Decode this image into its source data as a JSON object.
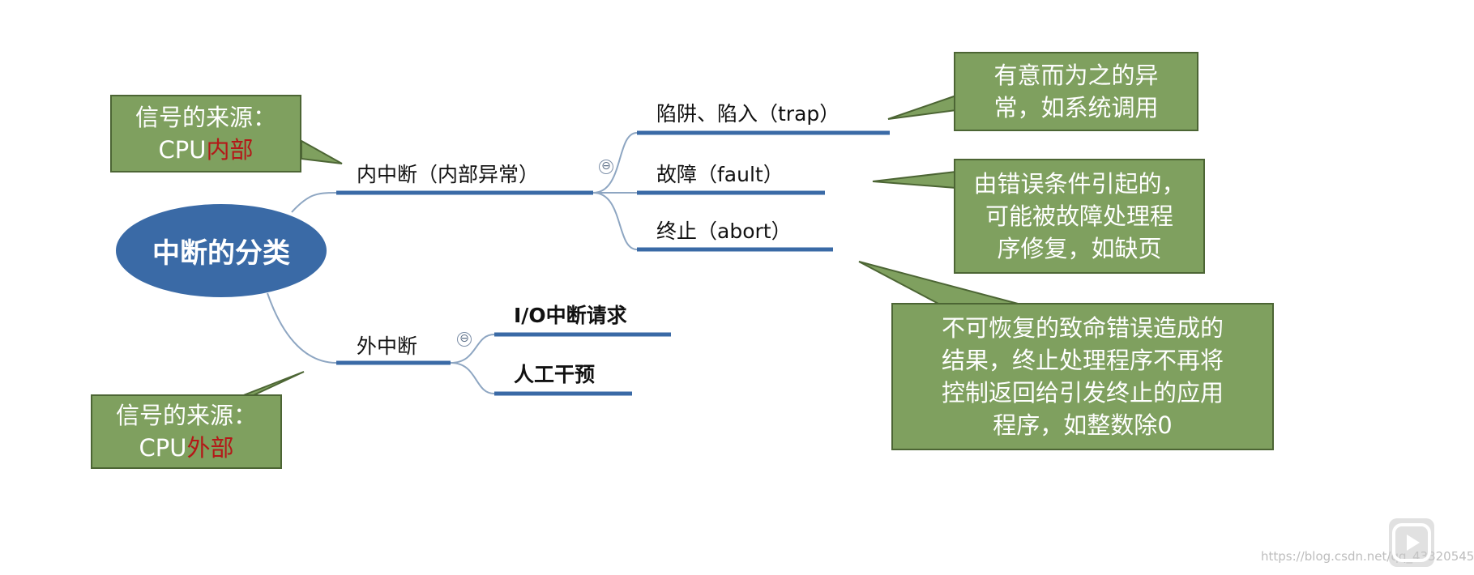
{
  "diagram": {
    "root": "中断的分类",
    "internal": {
      "label": "内中断（内部异常）",
      "children": [
        "陷阱、陷入（trap）",
        "故障（fault）",
        "终止（abort）"
      ]
    },
    "external": {
      "label": "外中断",
      "children": [
        "I/O中断请求",
        "人工干预"
      ]
    },
    "collapse_symbol": "⊖"
  },
  "callouts": {
    "internal_source": {
      "line1": "信号的来源：",
      "prefix": "CPU",
      "highlight": "内部"
    },
    "external_source": {
      "line1": "信号的来源：",
      "prefix": "CPU",
      "highlight": "外部"
    },
    "trap_note": [
      "有意而为之的异",
      "常，如系统调用"
    ],
    "fault_note": [
      "由错误条件引起的，",
      "可能被故障处理程",
      "序修复，如缺页"
    ],
    "abort_note": [
      "不可恢复的致命错误造成的",
      "结果，终止处理程序不再将",
      "控制返回给引发终止的应用",
      "程序，如整数除0"
    ]
  },
  "colors": {
    "root_fill": "#3a6aa6",
    "branch_line": "#3a6aa6",
    "callout_fill": "#7fa05f",
    "highlight_text": "#b41818"
  },
  "watermark": "https://blog.csdn.net/qq_43320545"
}
